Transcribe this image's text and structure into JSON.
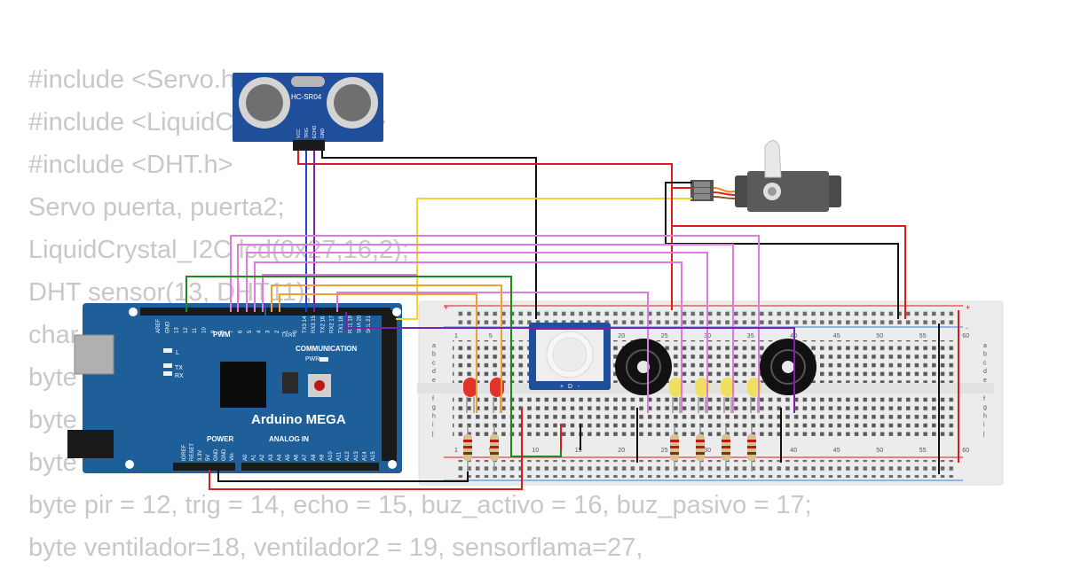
{
  "code_lines": [
    "#include <Servo.h>",
    "#include <LiquidCrystal_I2C.h>",
    "#include <DHT.h>",
    "Servo puerta, puerta2;",
    "LiquidCrystal_I2C lcd(0x27,16,2);",
    "DHT sensor(13, DHT11);",
    "char",
    "byte",
    "byte",
    "byte",
    "byte pir = 12, trig = 14, echo = 15, buz_activo = 16, buz_pasivo = 17;",
    "byte ventilador=18, ventilador2 = 19, sensorflama=27,"
  ],
  "ultrasonic": {
    "model": "HC-SR04",
    "pins": [
      "VCC",
      "TRIG",
      "ECHO",
      "GND"
    ]
  },
  "arduino": {
    "name": "Arduino MEGA",
    "top_header_labels": [
      "AREF",
      "GND",
      "13",
      "12",
      "11",
      "10",
      "9",
      "8",
      "7",
      "6",
      "5",
      "4",
      "3",
      "2",
      "1",
      "0",
      "TX3 14",
      "RX3 15",
      "TX2 16",
      "RX2 17",
      "TX1 18",
      "RX1 19",
      "SDA 20",
      "SCL 21"
    ],
    "pwm_label": "PWM",
    "txrx_labels": [
      "TX",
      "RX"
    ],
    "communication_label": "COMMUNICATION",
    "pwr_label": "PWR",
    "l_label": "L",
    "tx_led_label": "TX",
    "rx_led_label": "RX",
    "power_label": "POWER",
    "power_pins": [
      "IOREF",
      "RESET",
      "3.3V",
      "5V",
      "GND",
      "GND",
      "Vin"
    ],
    "analog_label": "ANALOG IN",
    "analog_pins": [
      "A0",
      "A1",
      "A2",
      "A3",
      "A4",
      "A5",
      "A6",
      "A7",
      "A8",
      "A9",
      "A10",
      "A11",
      "A12",
      "A13",
      "A14",
      "A15"
    ]
  },
  "breadboard": {
    "column_numbers": [
      "1",
      "5",
      "10",
      "15",
      "20",
      "25",
      "30",
      "35",
      "40",
      "45",
      "50",
      "55",
      "60"
    ],
    "row_letters_top": [
      "a",
      "b",
      "c",
      "d",
      "e"
    ],
    "row_letters_bottom": [
      "f",
      "g",
      "h",
      "i",
      "j"
    ],
    "rail_plus": "+",
    "rail_minus": "-"
  },
  "pir_pins": [
    "+",
    "D",
    "-"
  ],
  "colors": {
    "arduino_blue": "#1f5f99",
    "wire_red": "#e0191b",
    "wire_black": "#111111",
    "wire_yellow": "#f2d431",
    "wire_pink": "#e07ae0",
    "wire_purple": "#7f1fb0",
    "wire_orange": "#f0a030",
    "wire_green": "#1c8a1c",
    "wire_blue": "#2040d0",
    "led_red": "#e3322b",
    "led_yellow": "#f0e060",
    "code_gray": "#c8c8c8"
  }
}
